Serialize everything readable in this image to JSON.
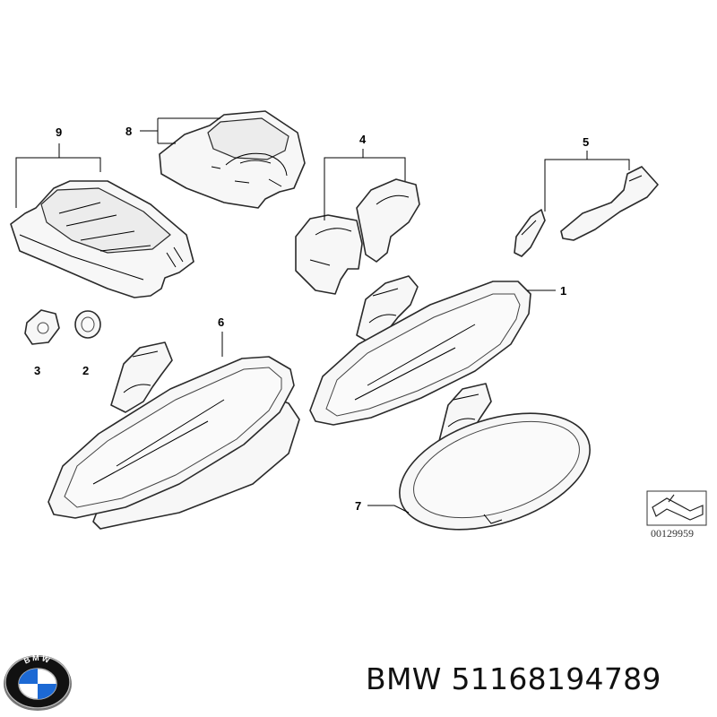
{
  "diagram": {
    "callouts": [
      "1",
      "2",
      "3",
      "4",
      "5",
      "6",
      "7",
      "8",
      "9"
    ],
    "drawing_code": "00129959"
  },
  "logo": {
    "text": "BMW",
    "colors": {
      "blue": "#1c69d4",
      "white": "#ffffff",
      "ring": "#111111",
      "chrome": "#b9b9b9"
    }
  },
  "caption": {
    "brand": "BMW",
    "part_number": "51168194789"
  }
}
